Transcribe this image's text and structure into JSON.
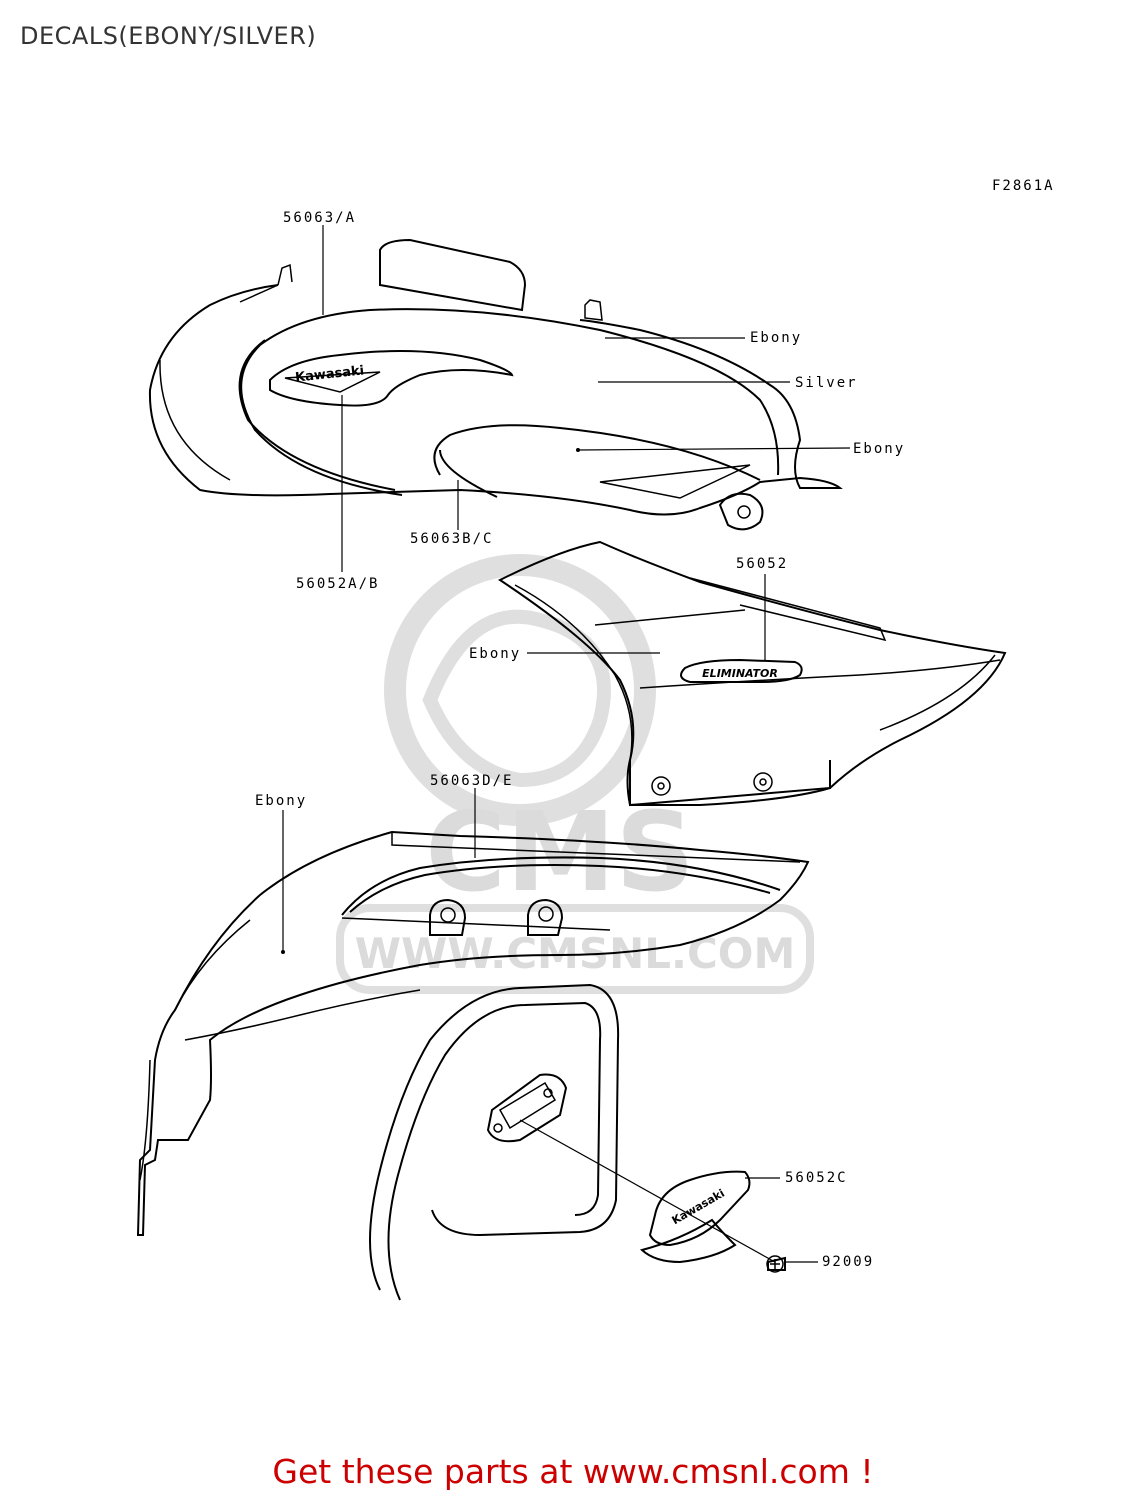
{
  "page": {
    "title": "DECALS(EBONY/SILVER)",
    "figure_code": "F2861A",
    "promo": "Get these parts at www.cmsnl.com !"
  },
  "watermark": {
    "brand": "CMS",
    "url": "WWW.CMSNL.COM"
  },
  "parts": {
    "tank_stripe": "56063/A",
    "tank_color_top": "Ebony",
    "tank_color_main": "Silver",
    "tank_color_lower": "Ebony",
    "tank_lower_stripe": "56063B/C",
    "tank_emblem": "56052A/B",
    "tank_emblem_text": "Kawasaki",
    "side_cover_decal": "56052",
    "side_cover_color": "Ebony",
    "side_cover_logo_text": "ELIMINATOR",
    "fender_color": "Ebony",
    "fender_stripe": "56063D/E",
    "rear_emblem": "56052C",
    "rear_emblem_text": "Kawasaki",
    "screw": "92009"
  },
  "colors": {
    "promo": "#cc0000",
    "watermark": "#d8d8d8",
    "lines": "#000000"
  }
}
